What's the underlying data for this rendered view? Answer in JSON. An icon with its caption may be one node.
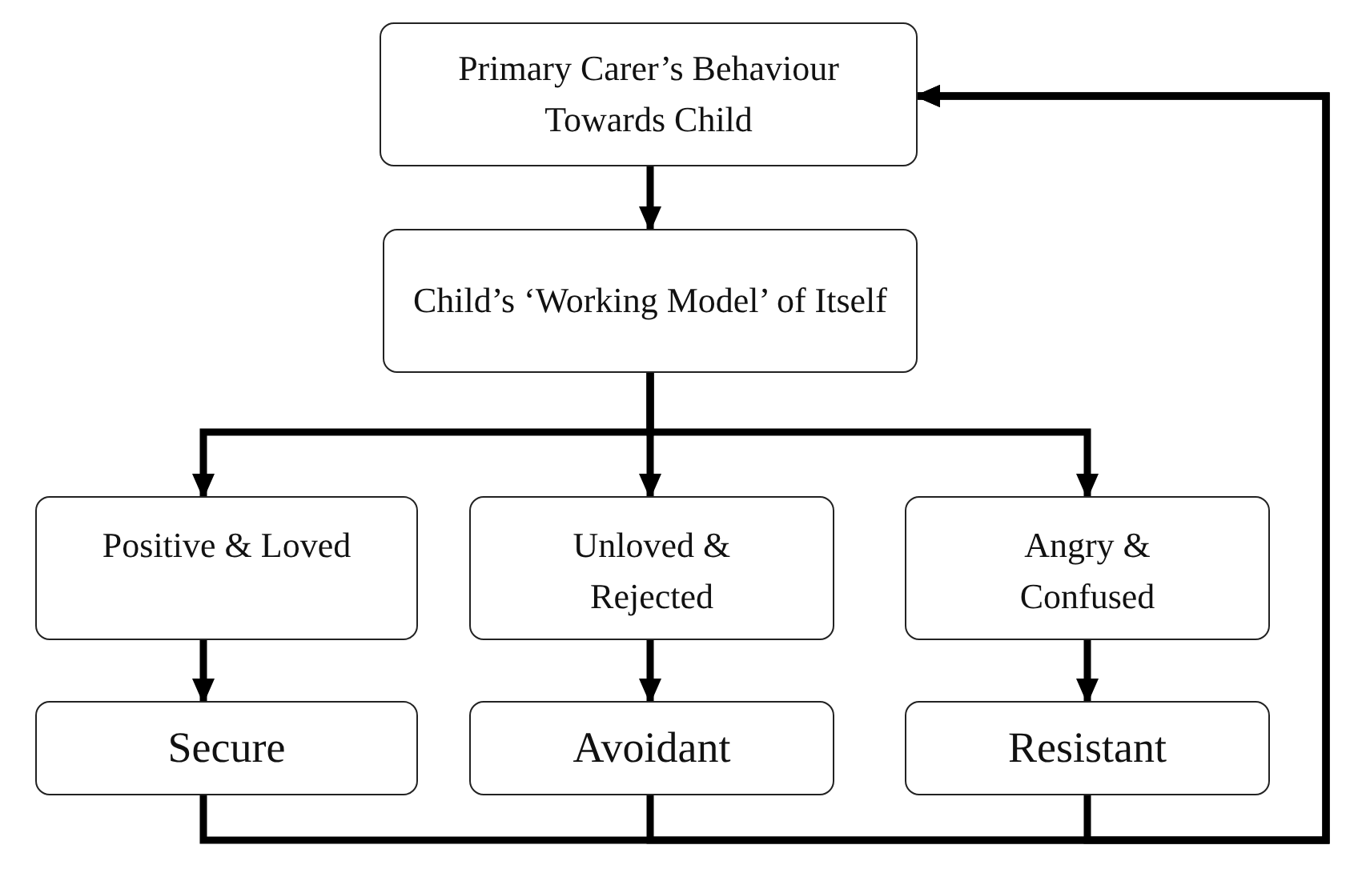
{
  "diagram": {
    "nodes": [
      {
        "text": [
          "Primary Carer’s Behaviour Towards Child"
        ]
      },
      {
        "text": [
          "Child’s ‘Working Model’ of Itself"
        ]
      },
      {
        "text": [
          "Positive & Loved"
        ]
      },
      {
        "text": [
          "Unloved & Rejected"
        ]
      },
      {
        "text": [
          "Angry & Confused"
        ]
      },
      {
        "text": [
          "Secure"
        ]
      },
      {
        "text": [
          "Avoidant"
        ]
      },
      {
        "text": [
          "Resistant"
        ]
      }
    ],
    "edges": [
      {
        "from": 0,
        "to": 1,
        "arrow": "to"
      },
      {
        "from": 1,
        "to": 2,
        "arrow": "to"
      },
      {
        "from": 1,
        "to": 3,
        "arrow": "to"
      },
      {
        "from": 1,
        "to": 4,
        "arrow": "to"
      },
      {
        "from": 2,
        "to": 5,
        "arrow": "to"
      },
      {
        "from": 3,
        "to": 6,
        "arrow": "to"
      },
      {
        "from": 4,
        "to": 7,
        "arrow": "to"
      },
      {
        "from": 5,
        "to": 0,
        "arrow": "to"
      },
      {
        "from": 6,
        "to": 0,
        "arrow": "to"
      },
      {
        "from": 7,
        "to": 0,
        "arrow": "to"
      }
    ]
  }
}
